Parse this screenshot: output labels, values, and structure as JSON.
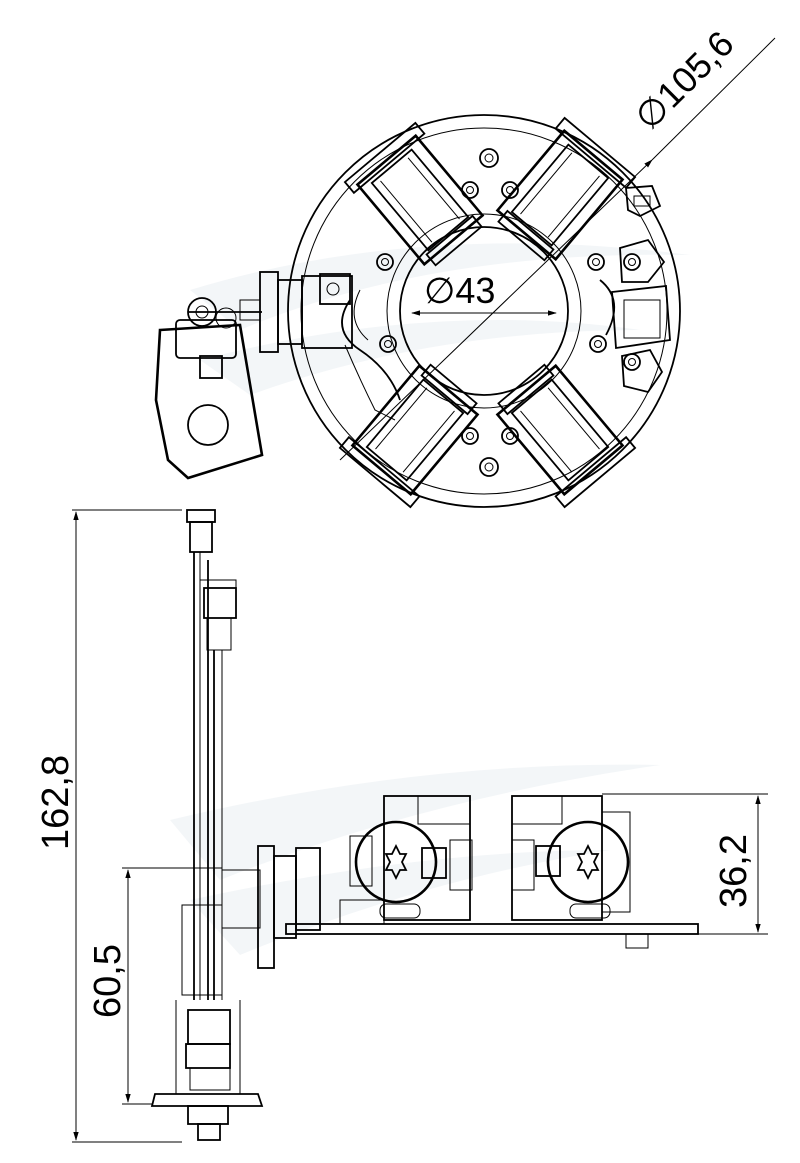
{
  "drawing": {
    "type": "technical drawing - brush holder assembly",
    "dimensions": {
      "outer_diameter": "∅105,6",
      "inner_diameter": "∅43",
      "total_height": "162,8",
      "lower_height": "60,5",
      "body_height": "36,2"
    }
  }
}
